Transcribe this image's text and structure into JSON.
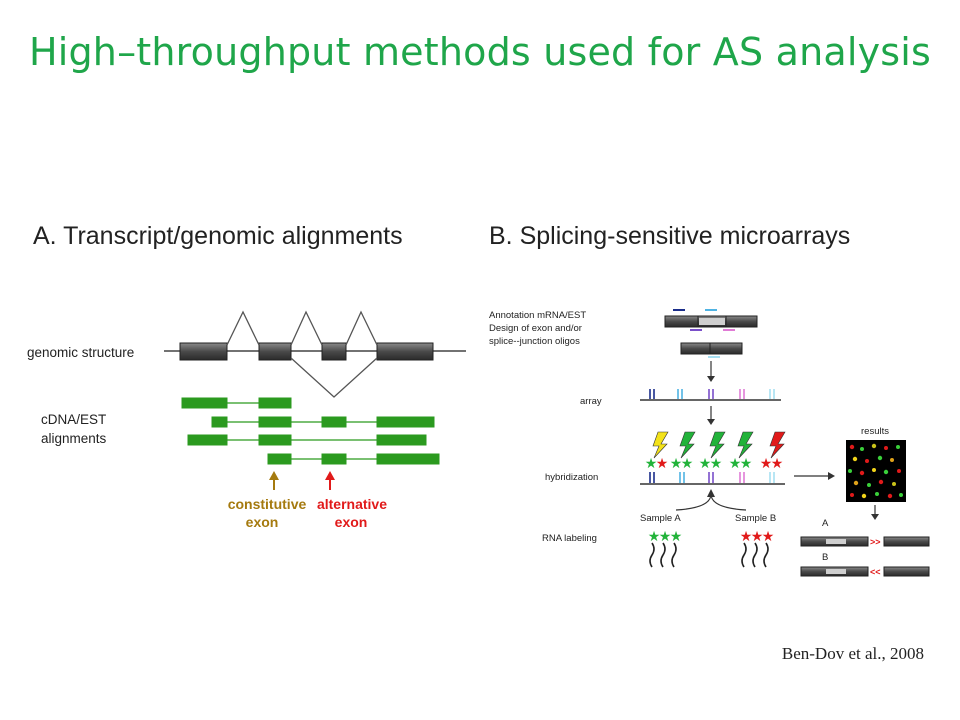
{
  "slide": {
    "title": "High–throughput methods used for AS analysis",
    "credit": "Ben-Dov et al., 2008"
  },
  "panel_a": {
    "heading": "A. Transcript/genomic alignments",
    "genomic_label": "genomic structure",
    "cdna_label_1": "cDNA/EST",
    "cdna_label_2": "alignments",
    "constitutive_1": "constitutive",
    "constitutive_2": "exon",
    "alternative_1": "alternative",
    "alternative_2": "exon",
    "colors": {
      "exon_gray": "#555555",
      "aligned_green": "#2b9a1f",
      "constitutive": "#a57a0f",
      "alternative": "#e11a1a"
    }
  },
  "panel_b": {
    "heading": "B. Splicing-sensitive microarrays",
    "annotation_1": "Annotation mRNA/EST",
    "annotation_2": "Design of exon and/or",
    "annotation_3": "splice--junction oligos",
    "array": "array",
    "hybridization": "hybridization",
    "rna_labeling": "RNA labeling",
    "sample_a": "Sample A",
    "sample_b": "Sample B",
    "results": "results",
    "result_a": "A",
    "result_b": "B",
    "arrow_a": ">>",
    "arrow_b": "<<"
  }
}
